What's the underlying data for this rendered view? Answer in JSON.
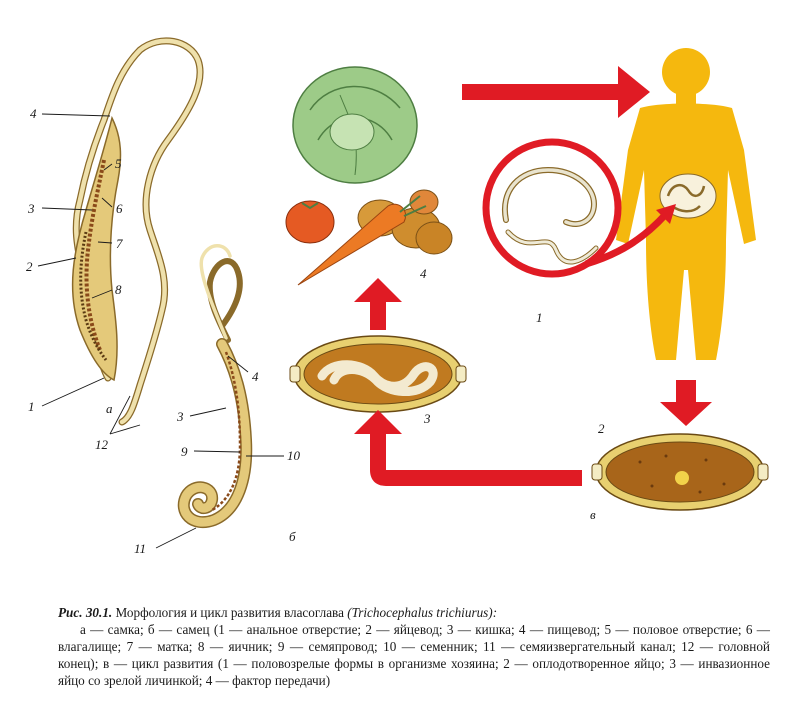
{
  "figure": {
    "labels": {
      "female_4": "4",
      "female_5": "5",
      "female_3": "3",
      "female_6": "6",
      "female_7": "7",
      "female_2": "2",
      "female_8": "8",
      "female_1": "1",
      "letter_a": "а",
      "label_12": "12",
      "male_4": "4",
      "male_3": "3",
      "male_9": "9",
      "male_10": "10",
      "male_11": "11",
      "letter_b": "б",
      "cycle_4": "4",
      "cycle_1": "1",
      "cycle_3": "3",
      "cycle_2": "2",
      "letter_v": "в"
    },
    "colors": {
      "arrow": "#e01b24",
      "human": "#f5b80e",
      "worm_body": "#e9d79a",
      "worm_outline": "#8a6a2a",
      "egg_fill": "#b8741e",
      "egg_shell": "#e8d070",
      "cabbage": "#8ec07a",
      "carrot": "#e9711f"
    }
  },
  "caption": {
    "fig_num": "Рис. 30.1.",
    "title": " Морфология и цикл развития власоглава ",
    "latin": "(Trichocephalus trichiurus):",
    "legend": "а — самка; б — самец (1 — анальное отверстие; 2 — яйцевод; 3 — кишка; 4 — пищевод; 5 — половое отверстие; 6 — влагалище; 7 — матка; 8 — яичник; 9 — семяпровод; 10 — семенник; 11 — семяизвергательный канал; 12 — головной конец); в — цикл развития (1 — половозрелые формы в организме хозяина; 2 — оплодотворенное яйцо; 3 — инвазионное яйцо со зрелой личинкой; 4 — фактор передачи)"
  }
}
